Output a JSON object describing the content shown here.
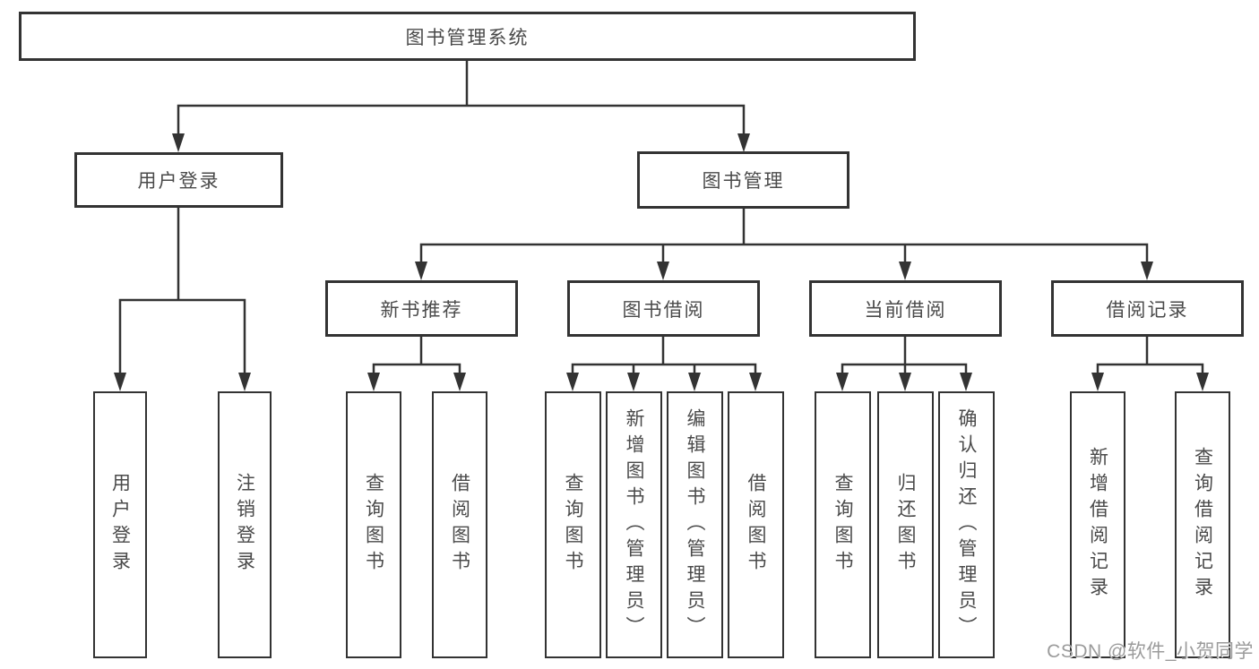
{
  "diagram": {
    "type": "hierarchy-tree",
    "root": "图书管理系统",
    "branches": [
      {
        "label": "用户登录",
        "children": [
          {
            "label": "用户登录"
          },
          {
            "label": "注销登录"
          }
        ]
      },
      {
        "label": "图书管理",
        "groups": [
          {
            "label": "新书推荐",
            "children": [
              {
                "label": "查询图书"
              },
              {
                "label": "借阅图书"
              }
            ]
          },
          {
            "label": "图书借阅",
            "children": [
              {
                "label": "查询图书"
              },
              {
                "label": "新增图书（管理员）"
              },
              {
                "label": "编辑图书（管理员）"
              },
              {
                "label": "借阅图书"
              }
            ]
          },
          {
            "label": "当前借阅",
            "children": [
              {
                "label": "查询图书"
              },
              {
                "label": "归还图书"
              },
              {
                "label": "确认归还（管理员）"
              }
            ]
          },
          {
            "label": "借阅记录",
            "children": [
              {
                "label": "新增借阅记录"
              },
              {
                "label": "查询借阅记录"
              }
            ]
          }
        ]
      }
    ],
    "watermark": "CSDN @软件_小贺同学",
    "colors": {
      "line": "#333333",
      "text": "#4a4a4a",
      "background": "#ffffff",
      "watermark": "#9b9b9b"
    }
  }
}
